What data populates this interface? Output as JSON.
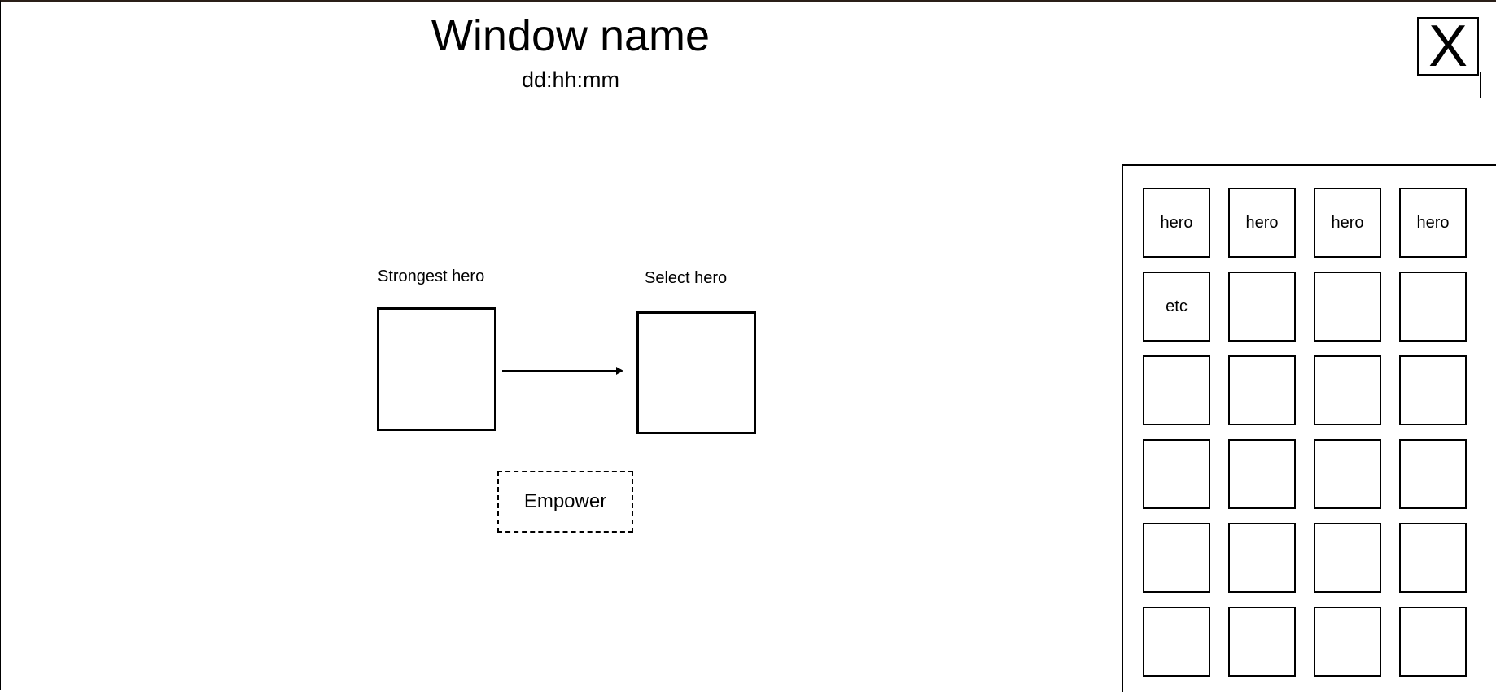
{
  "window": {
    "title": "Window name",
    "timer": "dd:hh:mm",
    "close_label": "X"
  },
  "empower": {
    "strongest_label": "Strongest hero",
    "select_label": "Select hero",
    "button_label": "Empower"
  },
  "hero_list": {
    "cells": [
      "hero",
      "hero",
      "hero",
      "hero",
      "etc",
      "",
      "",
      "",
      "",
      "",
      "",
      "",
      "",
      "",
      "",
      "",
      "",
      "",
      "",
      "",
      "",
      "",
      "",
      ""
    ]
  },
  "icons": {
    "transfer": "arrow-right-icon"
  }
}
